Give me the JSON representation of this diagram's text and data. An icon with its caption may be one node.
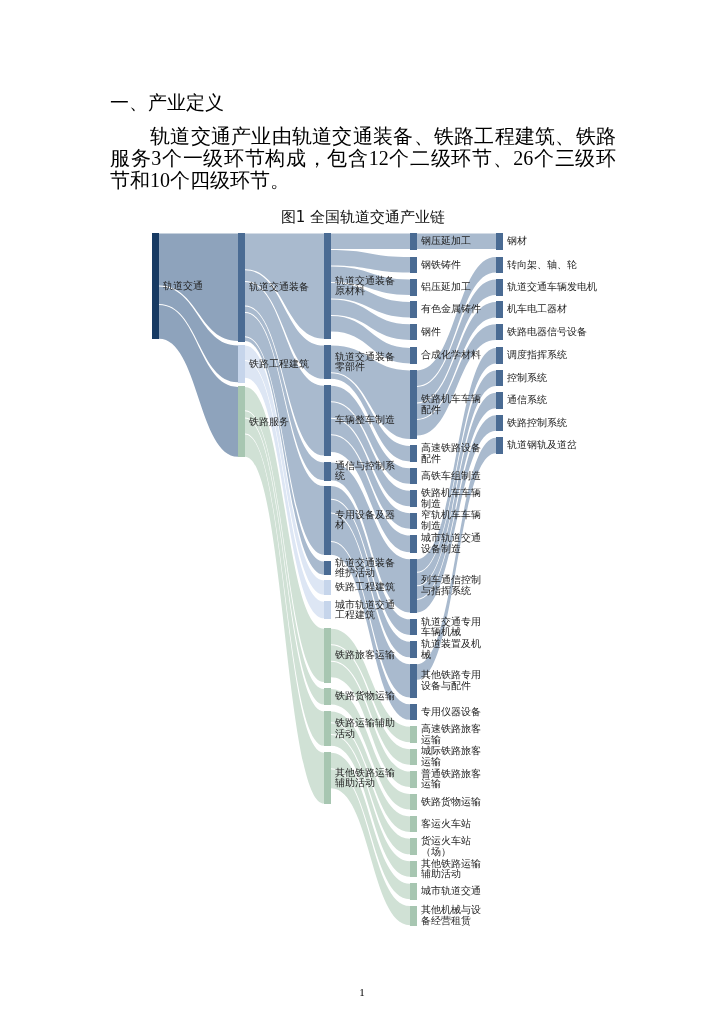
{
  "diagram": {
    "title": "图1 全国轨道交通产业链",
    "nodes": [
      {
        "text": [
          "轨道交通"
        ]
      },
      {
        "text": [
          "轨道交通装备"
        ]
      },
      {
        "text": [
          "铁路工程建筑"
        ]
      },
      {
        "text": [
          "铁路服务"
        ]
      },
      {
        "text": [
          "轨道交通装备原材料"
        ]
      },
      {
        "text": [
          "轨道交通装备零部件"
        ]
      },
      {
        "text": [
          "车辆整车制造"
        ]
      },
      {
        "text": [
          "通信与控制系统"
        ]
      },
      {
        "text": [
          "专用设备及器材"
        ]
      },
      {
        "text": [
          "轨道交通装备维护活动"
        ]
      },
      {
        "text": [
          "铁路工程建筑"
        ]
      },
      {
        "text": [
          "城市轨道交通工程建筑"
        ]
      },
      {
        "text": [
          "铁路旅客运输"
        ]
      },
      {
        "text": [
          "铁路货物运输"
        ]
      },
      {
        "text": [
          "铁路运输辅助活动"
        ]
      },
      {
        "text": [
          "其他铁路运输辅助活动"
        ]
      },
      {
        "text": [
          "钢压延加工"
        ]
      },
      {
        "text": [
          "钢铁铸件"
        ]
      },
      {
        "text": [
          "铝压延加工"
        ]
      },
      {
        "text": [
          "有色金属铸件"
        ]
      },
      {
        "text": [
          "钢件"
        ]
      },
      {
        "text": [
          "合成化学材料"
        ]
      },
      {
        "text": [
          "铁路机车车辆配件"
        ]
      },
      {
        "text": [
          "高速铁路设备配件"
        ]
      },
      {
        "text": [
          "高铁车组制造"
        ]
      },
      {
        "text": [
          "铁路机车车辆制造"
        ]
      },
      {
        "text": [
          "窄轨机车车辆制造"
        ]
      },
      {
        "text": [
          "城市轨道交通设备制造"
        ]
      },
      {
        "text": [
          "列车通信控制与指挥系统"
        ]
      },
      {
        "text": [
          "轨道交通专用车辆机械"
        ]
      },
      {
        "text": [
          "轨道装置及机械"
        ]
      },
      {
        "text": [
          "其他铁路专用设备与配件"
        ]
      },
      {
        "text": [
          "专用仪器设备"
        ]
      },
      {
        "text": [
          "高速铁路旅客运输"
        ]
      },
      {
        "text": [
          "城际铁路旅客运输"
        ]
      },
      {
        "text": [
          "普通铁路旅客运输"
        ]
      },
      {
        "text": [
          "铁路货物运输"
        ]
      },
      {
        "text": [
          "客运火车站"
        ]
      },
      {
        "text": [
          "货运火车站（场）"
        ]
      },
      {
        "text": [
          "其他铁路运输辅助活动"
        ]
      },
      {
        "text": [
          "城市轨道交通"
        ]
      },
      {
        "text": [
          "其他机械与设备经营租赁"
        ]
      },
      {
        "text": [
          "钢材"
        ]
      },
      {
        "text": [
          "转向架、轴、轮"
        ]
      },
      {
        "text": [
          "轨道交通车辆发电机"
        ]
      },
      {
        "text": [
          "机车电工器材"
        ]
      },
      {
        "text": [
          "铁路电器信号设备"
        ]
      },
      {
        "text": [
          "调度指挥系统"
        ]
      },
      {
        "text": [
          "控制系统"
        ]
      },
      {
        "text": [
          "通信系统"
        ]
      },
      {
        "text": [
          "铁路控制系统"
        ]
      },
      {
        "text": [
          "轨道钢轨及道岔"
        ]
      }
    ],
    "edges": [
      {
        "from": 0,
        "to": 1,
        "arrow": "none"
      },
      {
        "from": 0,
        "to": 2,
        "arrow": "none"
      },
      {
        "from": 0,
        "to": 3,
        "arrow": "none"
      },
      {
        "from": 1,
        "to": 4,
        "arrow": "none"
      },
      {
        "from": 1,
        "to": 5,
        "arrow": "none"
      },
      {
        "from": 1,
        "to": 6,
        "arrow": "none"
      },
      {
        "from": 1,
        "to": 7,
        "arrow": "none"
      },
      {
        "from": 1,
        "to": 8,
        "arrow": "none"
      },
      {
        "from": 1,
        "to": 9,
        "arrow": "none"
      },
      {
        "from": 2,
        "to": 10,
        "arrow": "none"
      },
      {
        "from": 2,
        "to": 11,
        "arrow": "none"
      },
      {
        "from": 3,
        "to": 12,
        "arrow": "none"
      },
      {
        "from": 3,
        "to": 13,
        "arrow": "none"
      },
      {
        "from": 3,
        "to": 14,
        "arrow": "none"
      },
      {
        "from": 3,
        "to": 15,
        "arrow": "none"
      },
      {
        "from": 4,
        "to": 16,
        "arrow": "none"
      },
      {
        "from": 4,
        "to": 17,
        "arrow": "none"
      },
      {
        "from": 4,
        "to": 18,
        "arrow": "none"
      },
      {
        "from": 4,
        "to": 19,
        "arrow": "none"
      },
      {
        "from": 4,
        "to": 20,
        "arrow": "none"
      },
      {
        "from": 4,
        "to": 21,
        "arrow": "none"
      },
      {
        "from": 5,
        "to": 22,
        "arrow": "none"
      },
      {
        "from": 5,
        "to": 23,
        "arrow": "none"
      },
      {
        "from": 6,
        "to": 24,
        "arrow": "none"
      },
      {
        "from": 6,
        "to": 25,
        "arrow": "none"
      },
      {
        "from": 6,
        "to": 26,
        "arrow": "none"
      },
      {
        "from": 6,
        "to": 27,
        "arrow": "none"
      },
      {
        "from": 7,
        "to": 28,
        "arrow": "none"
      },
      {
        "from": 8,
        "to": 29,
        "arrow": "none"
      },
      {
        "from": 8,
        "to": 30,
        "arrow": "none"
      },
      {
        "from": 8,
        "to": 31,
        "arrow": "none"
      },
      {
        "from": 8,
        "to": 32,
        "arrow": "none"
      },
      {
        "from": 12,
        "to": 33,
        "arrow": "none"
      },
      {
        "from": 12,
        "to": 34,
        "arrow": "none"
      },
      {
        "from": 12,
        "to": 35,
        "arrow": "none"
      },
      {
        "from": 13,
        "to": 36,
        "arrow": "none"
      },
      {
        "from": 14,
        "to": 37,
        "arrow": "none"
      },
      {
        "from": 14,
        "to": 38,
        "arrow": "none"
      },
      {
        "from": 14,
        "to": 39,
        "arrow": "none"
      },
      {
        "from": 15,
        "to": 40,
        "arrow": "none"
      },
      {
        "from": 15,
        "to": 41,
        "arrow": "none"
      },
      {
        "from": 16,
        "to": 42,
        "arrow": "none"
      },
      {
        "from": 22,
        "to": 43,
        "arrow": "none"
      },
      {
        "from": 22,
        "to": 44,
        "arrow": "none"
      },
      {
        "from": 22,
        "to": 45,
        "arrow": "none"
      },
      {
        "from": 22,
        "to": 46,
        "arrow": "none"
      },
      {
        "from": 28,
        "to": 47,
        "arrow": "none"
      },
      {
        "from": 28,
        "to": 48,
        "arrow": "none"
      },
      {
        "from": 28,
        "to": 49,
        "arrow": "none"
      },
      {
        "from": 28,
        "to": 50,
        "arrow": "none"
      },
      {
        "from": 31,
        "to": 51,
        "arrow": "none"
      }
    ],
    "labels": [
      "一、产业定义",
      "轨道交通产业由轨道交通装备、铁路工程建筑、铁路服务3个一级环节构成，包含12个二级环节、26个三级环节和10个四级环节。",
      "1"
    ]
  }
}
